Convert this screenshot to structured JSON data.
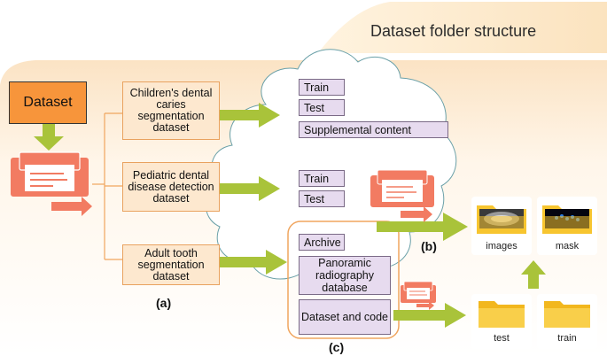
{
  "title": "Dataset folder structure",
  "dataset": "Dataset",
  "sources": [
    "Children's dental caries segmentation dataset",
    "Pediatric dental disease detection dataset",
    "Adult tooth segmentation dataset"
  ],
  "cloud_items": {
    "children": [
      "Train",
      "Test",
      "Supplemental content"
    ],
    "pediatric": [
      "Train",
      "Test"
    ],
    "adult": [
      "Archive",
      "Panoramic radiography database",
      "Dataset and code"
    ]
  },
  "panel_labels": {
    "a": "(a)",
    "b": "(b)",
    "c": "(c)"
  },
  "folders": {
    "images": "images",
    "mask": "mask",
    "test": "test",
    "train": "train"
  },
  "colors": {
    "dataset_fill": "#f7953b",
    "source_fill": "#fde8cf",
    "item_fill": "#e7dbef",
    "arrow_green": "#a9c33a",
    "folder_yellow": "#f7c52f",
    "icon_salmon": "#f27b62",
    "cloud_stroke": "#6aa0a8",
    "frame_stroke": "#f0a55e"
  }
}
